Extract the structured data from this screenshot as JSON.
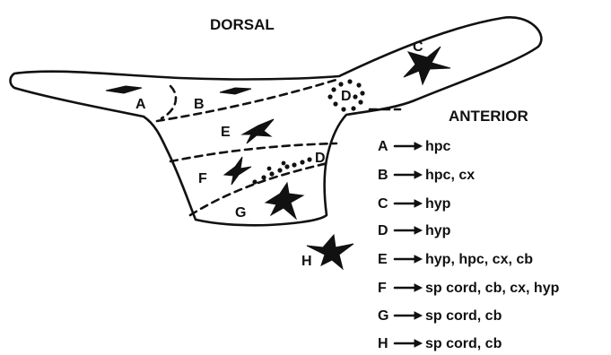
{
  "orientation": {
    "dorsal": "DORSAL",
    "anterior": "ANTERIOR"
  },
  "regions": {
    "a": "A",
    "b": "B",
    "c": "C",
    "d_upper": "D",
    "d_lower": "D",
    "e": "E",
    "f": "F",
    "g": "G",
    "h": "H"
  },
  "legend": [
    {
      "key": "A",
      "targets": "hpc"
    },
    {
      "key": "B",
      "targets": "hpc, cx"
    },
    {
      "key": "C",
      "targets": "hyp"
    },
    {
      "key": "D",
      "targets": "hyp"
    },
    {
      "key": "E",
      "targets": "hyp, hpc, cx, cb"
    },
    {
      "key": "F",
      "targets": "sp cord, cb, cx, hyp"
    },
    {
      "key": "G",
      "targets": "sp cord, cb"
    },
    {
      "key": "H",
      "targets": "sp cord, cb"
    }
  ],
  "colors": {
    "ink": "#111111",
    "paper": "#ffffff"
  }
}
